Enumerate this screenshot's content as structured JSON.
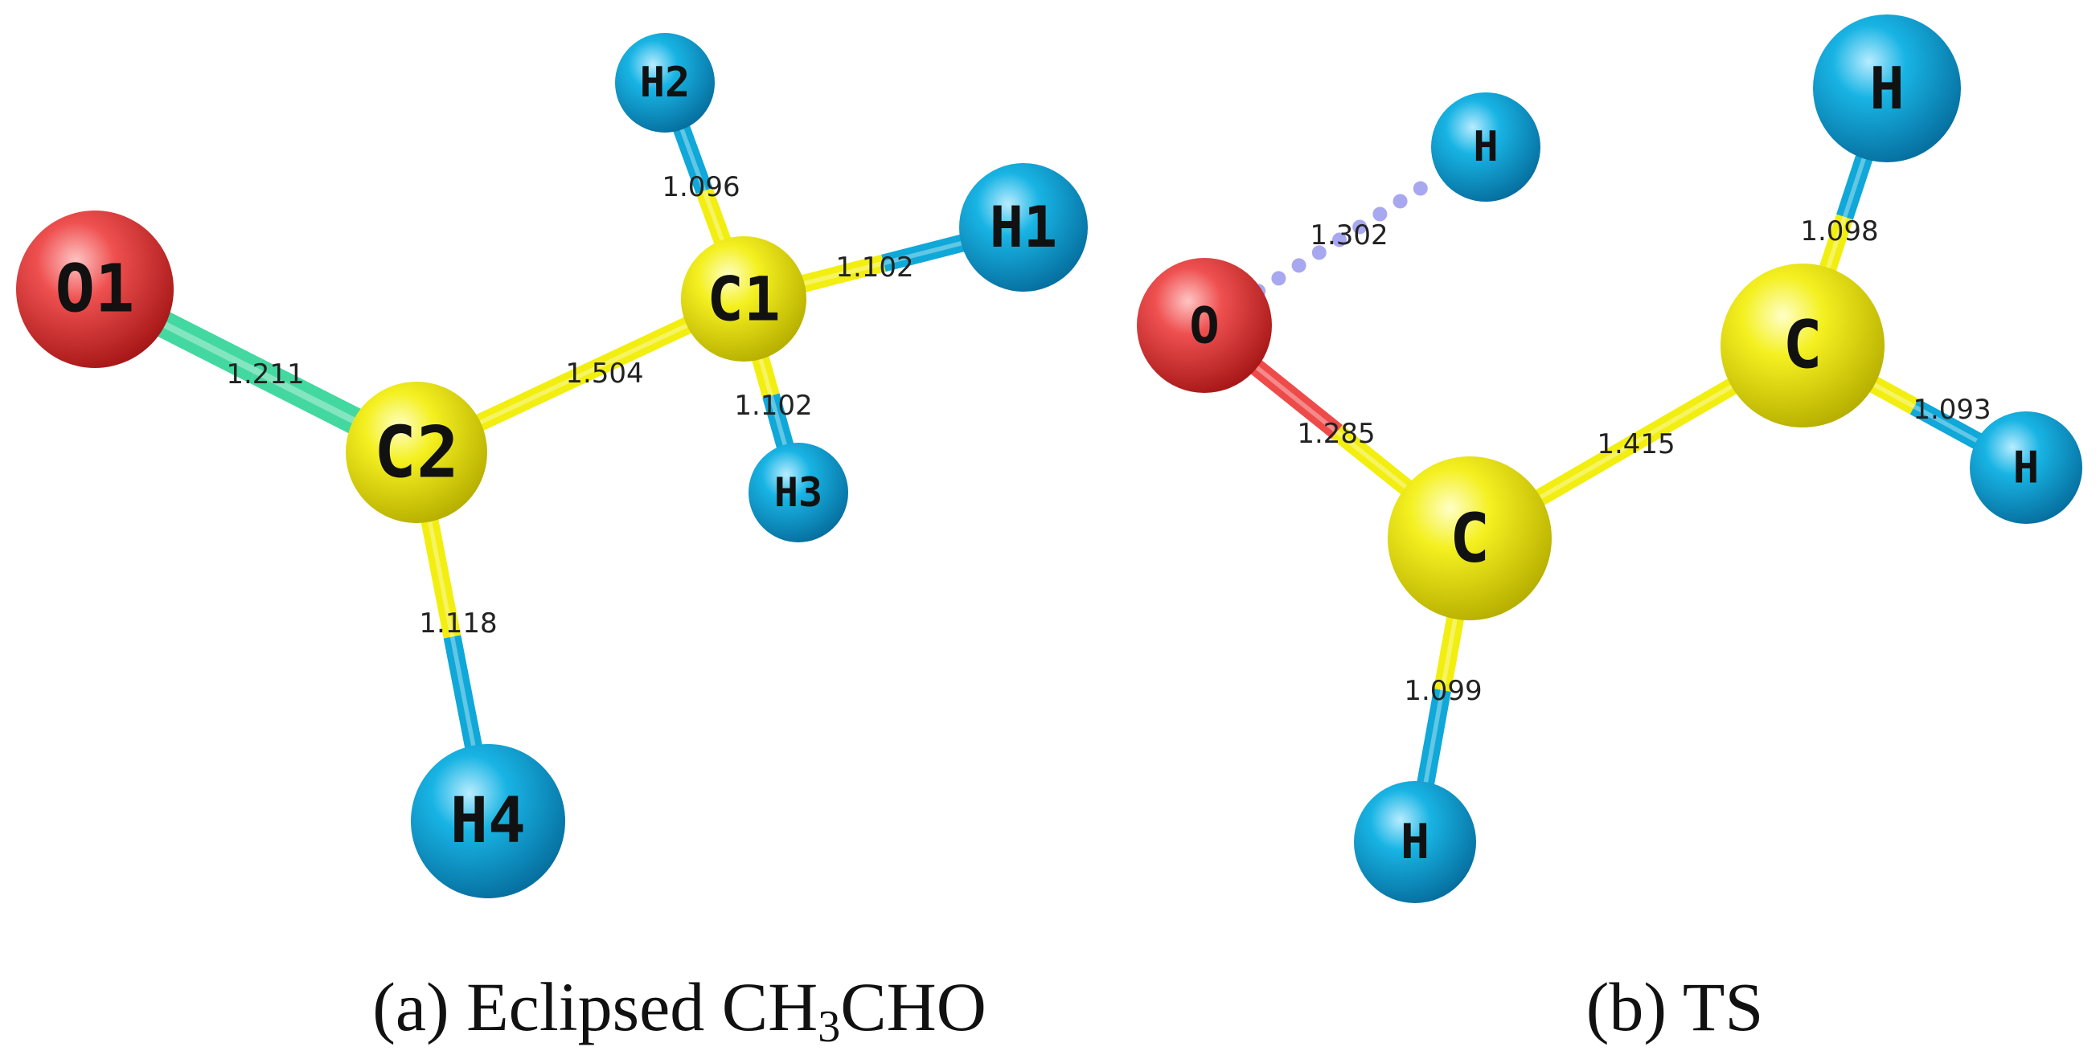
{
  "colors": {
    "carbon": "#f2ee10",
    "oxygen": "#ef4a4a",
    "hydrogen": "#0fa8d8",
    "double_bond": "#43d8a0",
    "ts_partial": "#a8a8f0"
  },
  "panels": [
    {
      "id": "a",
      "caption": {
        "prefix": "(a) Eclipsed CH",
        "subscript": "3",
        "suffix": "CHO"
      },
      "atoms": [
        {
          "id": "O1",
          "label": "O1",
          "element": "O"
        },
        {
          "id": "C2",
          "label": "C2",
          "element": "C"
        },
        {
          "id": "C1",
          "label": "C1",
          "element": "C"
        },
        {
          "id": "H1",
          "label": "H1",
          "element": "H"
        },
        {
          "id": "H2",
          "label": "H2",
          "element": "H"
        },
        {
          "id": "H3",
          "label": "H3",
          "element": "H"
        },
        {
          "id": "H4",
          "label": "H4",
          "element": "H"
        }
      ],
      "bonds": [
        {
          "from": "O1",
          "to": "C2",
          "length": "1.211",
          "style": "double"
        },
        {
          "from": "C2",
          "to": "C1",
          "length": "1.504",
          "style": "single"
        },
        {
          "from": "C1",
          "to": "H2",
          "length": "1.096",
          "style": "single"
        },
        {
          "from": "C1",
          "to": "H1",
          "length": "1.102",
          "style": "single"
        },
        {
          "from": "C1",
          "to": "H3",
          "length": "1.102",
          "style": "single"
        },
        {
          "from": "C2",
          "to": "H4",
          "length": "1.118",
          "style": "single"
        }
      ]
    },
    {
      "id": "b",
      "caption": {
        "prefix": "(b) TS",
        "subscript": "",
        "suffix": ""
      },
      "atoms": [
        {
          "id": "Hm",
          "label": "H",
          "element": "H"
        },
        {
          "id": "O",
          "label": "O",
          "element": "O"
        },
        {
          "id": "Cc",
          "label": "C",
          "element": "C"
        },
        {
          "id": "Cr",
          "label": "C",
          "element": "C"
        },
        {
          "id": "Ht",
          "label": "H",
          "element": "H"
        },
        {
          "id": "Hr",
          "label": "H",
          "element": "H"
        },
        {
          "id": "Hb",
          "label": "H",
          "element": "H"
        }
      ],
      "bonds": [
        {
          "from": "O",
          "to": "Hm",
          "length": "1.302",
          "style": "partial"
        },
        {
          "from": "O",
          "to": "Cc",
          "length": "1.285",
          "style": "single"
        },
        {
          "from": "Cc",
          "to": "Cr",
          "length": "1.415",
          "style": "single"
        },
        {
          "from": "Cr",
          "to": "Ht",
          "length": "1.098",
          "style": "single"
        },
        {
          "from": "Cr",
          "to": "Hr",
          "length": "1.093",
          "style": "single"
        },
        {
          "from": "Cc",
          "to": "Hb",
          "length": "1.099",
          "style": "single"
        }
      ]
    }
  ]
}
